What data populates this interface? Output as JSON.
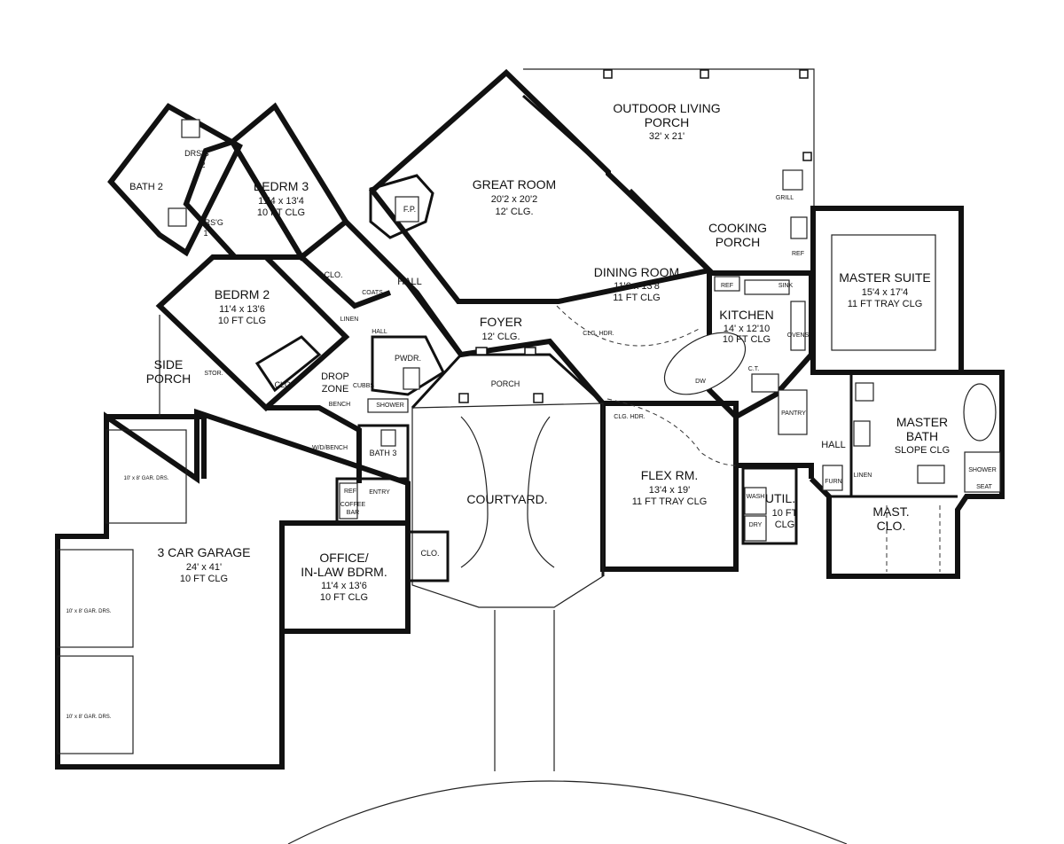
{
  "rooms": {
    "outdoor_living": {
      "name1": "OUTDOOR LIVING",
      "name2": "PORCH",
      "dims": "32' x 21'"
    },
    "great_room": {
      "name": "GREAT ROOM",
      "dims": "20'2 x 20'2",
      "clg": "12' CLG."
    },
    "fireplace": {
      "name": "F.P."
    },
    "cooking_porch": {
      "name1": "COOKING",
      "name2": "PORCH"
    },
    "grill": {
      "name": "GRILL"
    },
    "ref_porch": {
      "name": "REF"
    },
    "master_suite": {
      "name": "MASTER SUITE",
      "dims": "15'4 x 17'4",
      "clg": "11 FT TRAY CLG"
    },
    "dining_room": {
      "name": "DINING ROOM",
      "dims": "11'6 x 13'8",
      "clg": "11 FT CLG"
    },
    "kitchen": {
      "name": "KITCHEN",
      "dims": "14' x 12'10",
      "clg": "10 FT CLG"
    },
    "kitchen_labels": {
      "ref": "REF",
      "sink": "SINK",
      "ovens": "OVENS",
      "ct": "C.T.",
      "dw": "DW",
      "pantry": "PANTRY",
      "clg_hdr": "CLG. HDR."
    },
    "foyer": {
      "name": "FOYER",
      "clg": "12' CLG."
    },
    "bedrm3": {
      "name": "BEDRM 3",
      "dims": "11'4 x 13'4",
      "clg": "10 FT CLG"
    },
    "bedrm2": {
      "name": "BEDRM 2",
      "dims": "11'4 x 13'6",
      "clg": "10 FT CLG"
    },
    "bath2": {
      "name": "BATH 2"
    },
    "drsg2": {
      "name": "DRS'G",
      "num": "2"
    },
    "drsg1": {
      "name": "DRS'G",
      "num": "1"
    },
    "hall_upper": {
      "name": "HALL"
    },
    "clo_bedrm3": {
      "name": "CLO."
    },
    "coats": {
      "name": "COATS"
    },
    "linen": {
      "name": "LINEN"
    },
    "hall_small": {
      "name": "HALL"
    },
    "clo_bedrm2": {
      "name": "CLO."
    },
    "pwdr": {
      "name": "PWDR."
    },
    "drop_zone": {
      "name1": "DROP",
      "name2": "ZONE"
    },
    "cubbs": {
      "name": "CUBBS"
    },
    "bench": {
      "name": "BENCH"
    },
    "shower_small": {
      "name": "SHOWER"
    },
    "wdbench": {
      "name": "W/D/BENCH"
    },
    "bath3": {
      "name": "BATH 3"
    },
    "side_porch": {
      "name1": "SIDE",
      "name2": "PORCH"
    },
    "stor": {
      "name": "STOR."
    },
    "porch": {
      "name": "PORCH"
    },
    "courtyard": {
      "name": "COURTYARD."
    },
    "flex_rm": {
      "name": "FLEX RM.",
      "dims": "13'4 x 19'",
      "clg": "11 FT TRAY CLG",
      "clg_hdr": "CLG. HDR."
    },
    "master_bath": {
      "name1": "MASTER",
      "name2": "BATH",
      "clg": "SLOPE CLG"
    },
    "shower_master": {
      "name": "SHOWER"
    },
    "seat": {
      "name": "SEAT"
    },
    "linen_master": {
      "name": "LINEN"
    },
    "hall_master": {
      "name": "HALL"
    },
    "furn": {
      "name": "FURN"
    },
    "util": {
      "name": "UTIL.",
      "clg1": "10 FT",
      "clg2": "CLG"
    },
    "wash": {
      "name": "WASH"
    },
    "dry": {
      "name": "DRY"
    },
    "mast_clo": {
      "name1": "MAST.",
      "name2": "CLO."
    },
    "garage": {
      "name": "3 CAR GARAGE",
      "dims": "24' x 41'",
      "clg": "10 FT CLG"
    },
    "garage_doors": {
      "door": "10' x 8' GAR. DRS."
    },
    "office": {
      "name1": "OFFICE/",
      "name2": "IN-LAW BDRM.",
      "dims": "11'4 x 13'6",
      "clg": "10 FT CLG"
    },
    "entry": {
      "name": "ENTRY"
    },
    "ref_entry": {
      "name": "REF"
    },
    "coffee_bar": {
      "name1": "COFFEE",
      "name2": "BAR"
    },
    "clo_office": {
      "name": "CLO."
    }
  }
}
